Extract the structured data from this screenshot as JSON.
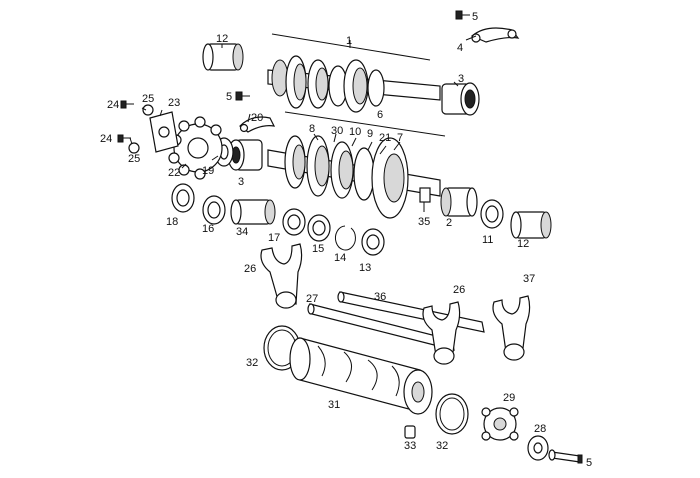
{
  "diagram": {
    "parts": [
      {
        "id": "p1",
        "number": "1",
        "name": "primary-shaft-assembly"
      },
      {
        "id": "p2",
        "number": "2",
        "name": "needle-bearing"
      },
      {
        "id": "p3a",
        "number": "3",
        "name": "ball-bearing-top"
      },
      {
        "id": "p3b",
        "number": "3",
        "name": "ball-bearing-left"
      },
      {
        "id": "p4",
        "number": "4",
        "name": "bearing-retainer-plate"
      },
      {
        "id": "p5a",
        "number": "5",
        "name": "screw-top"
      },
      {
        "id": "p5b",
        "number": "5",
        "name": "screw-middle"
      },
      {
        "id": "p5c",
        "number": "5",
        "name": "screw-bottom"
      },
      {
        "id": "p6",
        "number": "6",
        "name": "secondary-shaft-assembly"
      },
      {
        "id": "p7",
        "number": "7",
        "name": "gear"
      },
      {
        "id": "p8",
        "number": "8",
        "name": "gear"
      },
      {
        "id": "p9",
        "number": "9",
        "name": "gear"
      },
      {
        "id": "p10",
        "number": "10",
        "name": "gear"
      },
      {
        "id": "p11",
        "number": "11",
        "name": "washer"
      },
      {
        "id": "p12a",
        "number": "12",
        "name": "bushing-top"
      },
      {
        "id": "p12b",
        "number": "12",
        "name": "bushing-right"
      },
      {
        "id": "p13",
        "number": "13",
        "name": "washer"
      },
      {
        "id": "p14",
        "number": "14",
        "name": "circlip"
      },
      {
        "id": "p15",
        "number": "15",
        "name": "washer"
      },
      {
        "id": "p16",
        "number": "16",
        "name": "washer"
      },
      {
        "id": "p17",
        "number": "17",
        "name": "washer"
      },
      {
        "id": "p18",
        "number": "18",
        "name": "washer"
      },
      {
        "id": "p19",
        "number": "19",
        "name": "spacer"
      },
      {
        "id": "p20",
        "number": "20",
        "name": "retainer-plate"
      },
      {
        "id": "p21",
        "number": "21",
        "name": "gear"
      },
      {
        "id": "p22",
        "number": "22",
        "name": "sprocket"
      },
      {
        "id": "p23",
        "number": "23",
        "name": "sprocket-lock-plate"
      },
      {
        "id": "p24a",
        "number": "24",
        "name": "bolt-top"
      },
      {
        "id": "p24b",
        "number": "24",
        "name": "bolt-bottom"
      },
      {
        "id": "p25a",
        "number": "25",
        "name": "washer-top"
      },
      {
        "id": "p25b",
        "number": "25",
        "name": "washer-bottom"
      },
      {
        "id": "p26a",
        "number": "26",
        "name": "shift-fork-left"
      },
      {
        "id": "p26b",
        "number": "26",
        "name": "shift-fork-right"
      },
      {
        "id": "p27",
        "number": "27",
        "name": "fork-rod"
      },
      {
        "id": "p28",
        "number": "28",
        "name": "washer"
      },
      {
        "id": "p29",
        "number": "29",
        "name": "drum-star"
      },
      {
        "id": "p30",
        "number": "30",
        "name": "gear"
      },
      {
        "id": "p31",
        "number": "31",
        "name": "selector-drum"
      },
      {
        "id": "p32a",
        "number": "32",
        "name": "o-ring-left"
      },
      {
        "id": "p32b",
        "number": "32",
        "name": "o-ring-right"
      },
      {
        "id": "p33",
        "number": "33",
        "name": "pin"
      },
      {
        "id": "p34",
        "number": "34",
        "name": "bushing"
      },
      {
        "id": "p35",
        "number": "35",
        "name": "spacer"
      },
      {
        "id": "p36",
        "number": "36",
        "name": "fork-rod"
      },
      {
        "id": "p37",
        "number": "37",
        "name": "shift-fork"
      }
    ]
  }
}
